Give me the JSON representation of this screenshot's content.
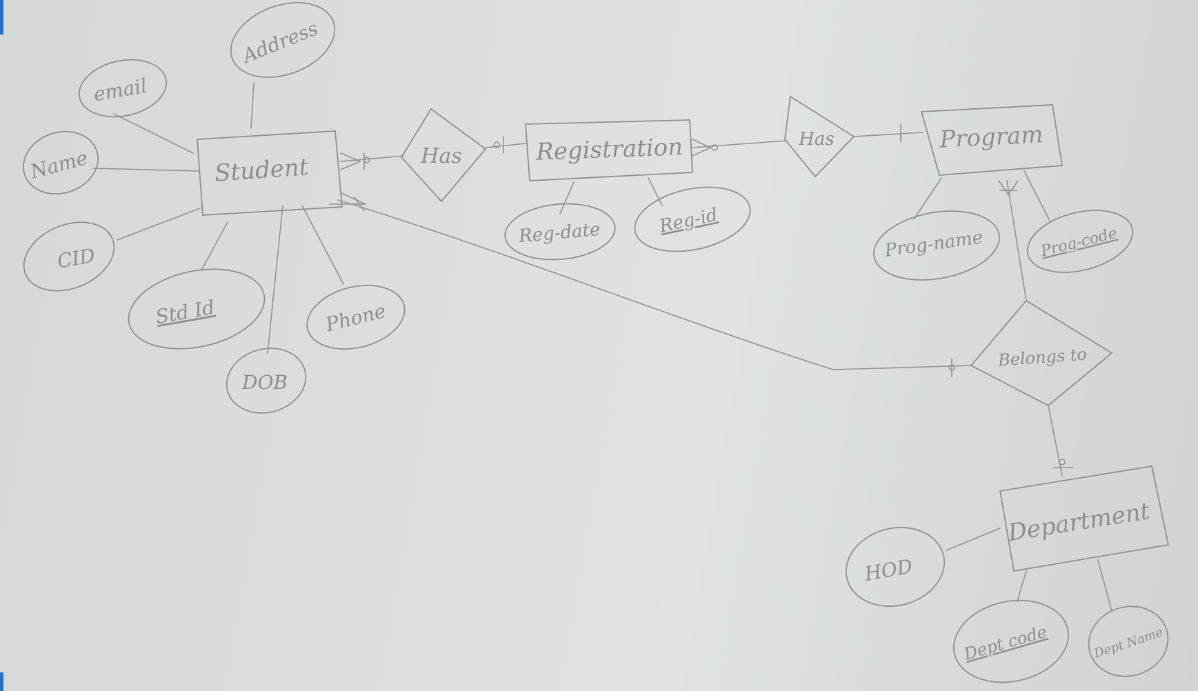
{
  "entities": [
    {
      "id": "student",
      "label": "Student"
    },
    {
      "id": "registration",
      "label": "Registration"
    },
    {
      "id": "program",
      "label": "Program"
    },
    {
      "id": "department",
      "label": "Department"
    }
  ],
  "relationships": [
    {
      "id": "has1",
      "label": "Has",
      "between": [
        "student",
        "registration"
      ]
    },
    {
      "id": "has2",
      "label": "Has",
      "between": [
        "registration",
        "program"
      ]
    },
    {
      "id": "belongs",
      "label": "Belongs to",
      "between": [
        "student",
        "program",
        "department"
      ]
    }
  ],
  "attributes": [
    {
      "id": "address",
      "label": "Address",
      "entity": "student",
      "key": false
    },
    {
      "id": "email",
      "label": "email",
      "entity": "student",
      "key": false
    },
    {
      "id": "name",
      "label": "Name",
      "entity": "student",
      "key": false
    },
    {
      "id": "cid",
      "label": "CID",
      "entity": "student",
      "key": false
    },
    {
      "id": "stdid",
      "label": "Std Id",
      "entity": "student",
      "key": true
    },
    {
      "id": "dob",
      "label": "DOB",
      "entity": "student",
      "key": false
    },
    {
      "id": "phone",
      "label": "Phone",
      "entity": "student",
      "key": false
    },
    {
      "id": "regdate",
      "label": "Reg-date",
      "entity": "registration",
      "key": false
    },
    {
      "id": "regid",
      "label": "Reg-id",
      "entity": "registration",
      "key": true
    },
    {
      "id": "progname",
      "label": "Prog-name",
      "entity": "program",
      "key": false
    },
    {
      "id": "progcode",
      "label": "Prog-code",
      "entity": "program",
      "key": true
    },
    {
      "id": "hod",
      "label": "HOD",
      "entity": "department",
      "key": false
    },
    {
      "id": "deptcode",
      "label": "Dept code",
      "entity": "department",
      "key": true
    },
    {
      "id": "deptname",
      "label": "Dept Name",
      "entity": "department",
      "key": false
    }
  ],
  "colors": {
    "pencil": "#8c908e",
    "paper": "#dadedc",
    "accent": "#2d6fc3"
  }
}
